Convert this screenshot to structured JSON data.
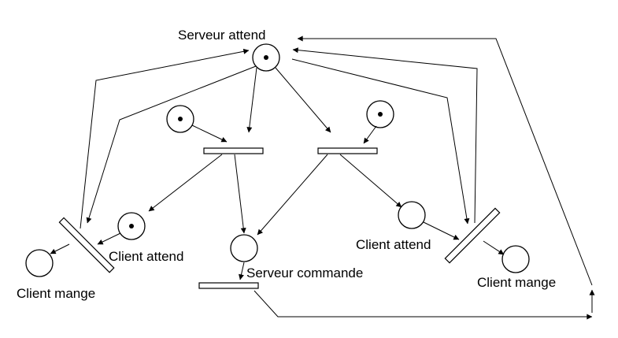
{
  "labels": {
    "serveur_attend": "Serveur attend",
    "client_attend_left": "Client attend",
    "client_attend_right": "Client attend",
    "client_mange_left": "Client mange",
    "client_mange_right": "Client mange",
    "serveur_commande": "Serveur commande"
  },
  "tokens": {
    "serveur_attend": 1,
    "client_request_left": 1,
    "client_request_right": 1,
    "client_attend_left": 1,
    "client_attend_right": 0,
    "serveur_commande": 0,
    "client_mange_left": 0,
    "client_mange_right": 0
  },
  "colors": {
    "stroke": "#000000",
    "fill": "#ffffff"
  }
}
